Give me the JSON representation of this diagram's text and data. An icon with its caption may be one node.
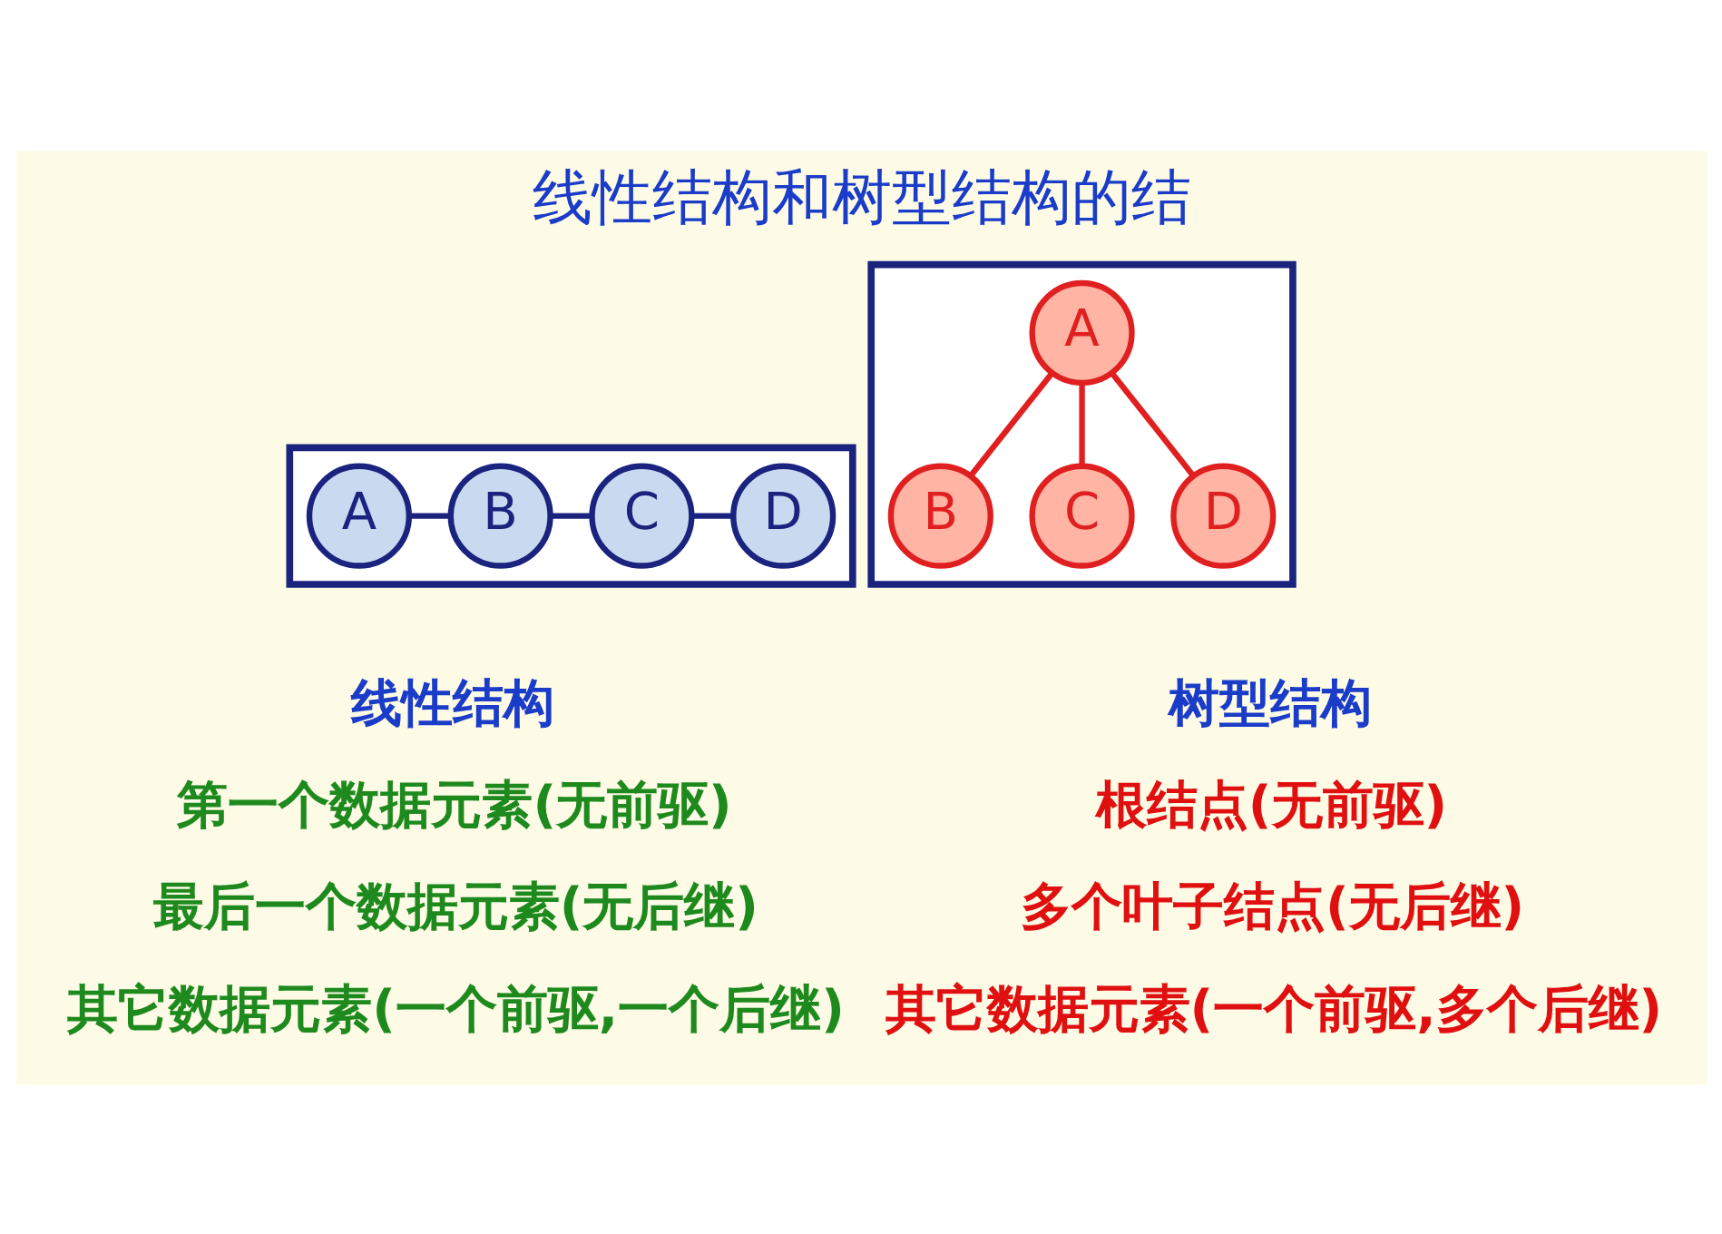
{
  "diagram": {
    "title": "线性结构和树型结构的结",
    "nodes": [
      {
        "text": [],
        "shape": "box"
      },
      {
        "text": [
          "A"
        ],
        "in": 0
      },
      {
        "text": [
          "B"
        ],
        "in": 0
      },
      {
        "text": [
          "C"
        ],
        "in": 0
      },
      {
        "text": [
          "D"
        ],
        "in": 0
      },
      {
        "text": [],
        "shape": "box"
      },
      {
        "text": [
          "A"
        ],
        "in": 5
      },
      {
        "text": [
          "B"
        ],
        "in": 5
      },
      {
        "text": [
          "C"
        ],
        "in": 5
      },
      {
        "text": [
          "D"
        ],
        "in": 5
      }
    ],
    "edges": [
      {
        "from": 1,
        "to": 2,
        "arrow": "none"
      },
      {
        "from": 2,
        "to": 3,
        "arrow": "none"
      },
      {
        "from": 3,
        "to": 4,
        "arrow": "none"
      },
      {
        "from": 6,
        "to": 7,
        "arrow": "none",
        "color": "#e02020"
      },
      {
        "from": 6,
        "to": 8,
        "arrow": "none",
        "color": "#e02020"
      },
      {
        "from": 6,
        "to": 9,
        "arrow": "none",
        "color": "#e02020"
      }
    ],
    "labels": [
      "线性结构",
      "树型结构",
      "第一个数据元素(无前驱)",
      "根结点(无前驱)",
      "最后一个数据元素(无后继)",
      "多个叶子结点(无后继)",
      "其它数据元素(一个前驱,一个后继)",
      "其它数据元素(一个前驱,多个后继)"
    ]
  }
}
